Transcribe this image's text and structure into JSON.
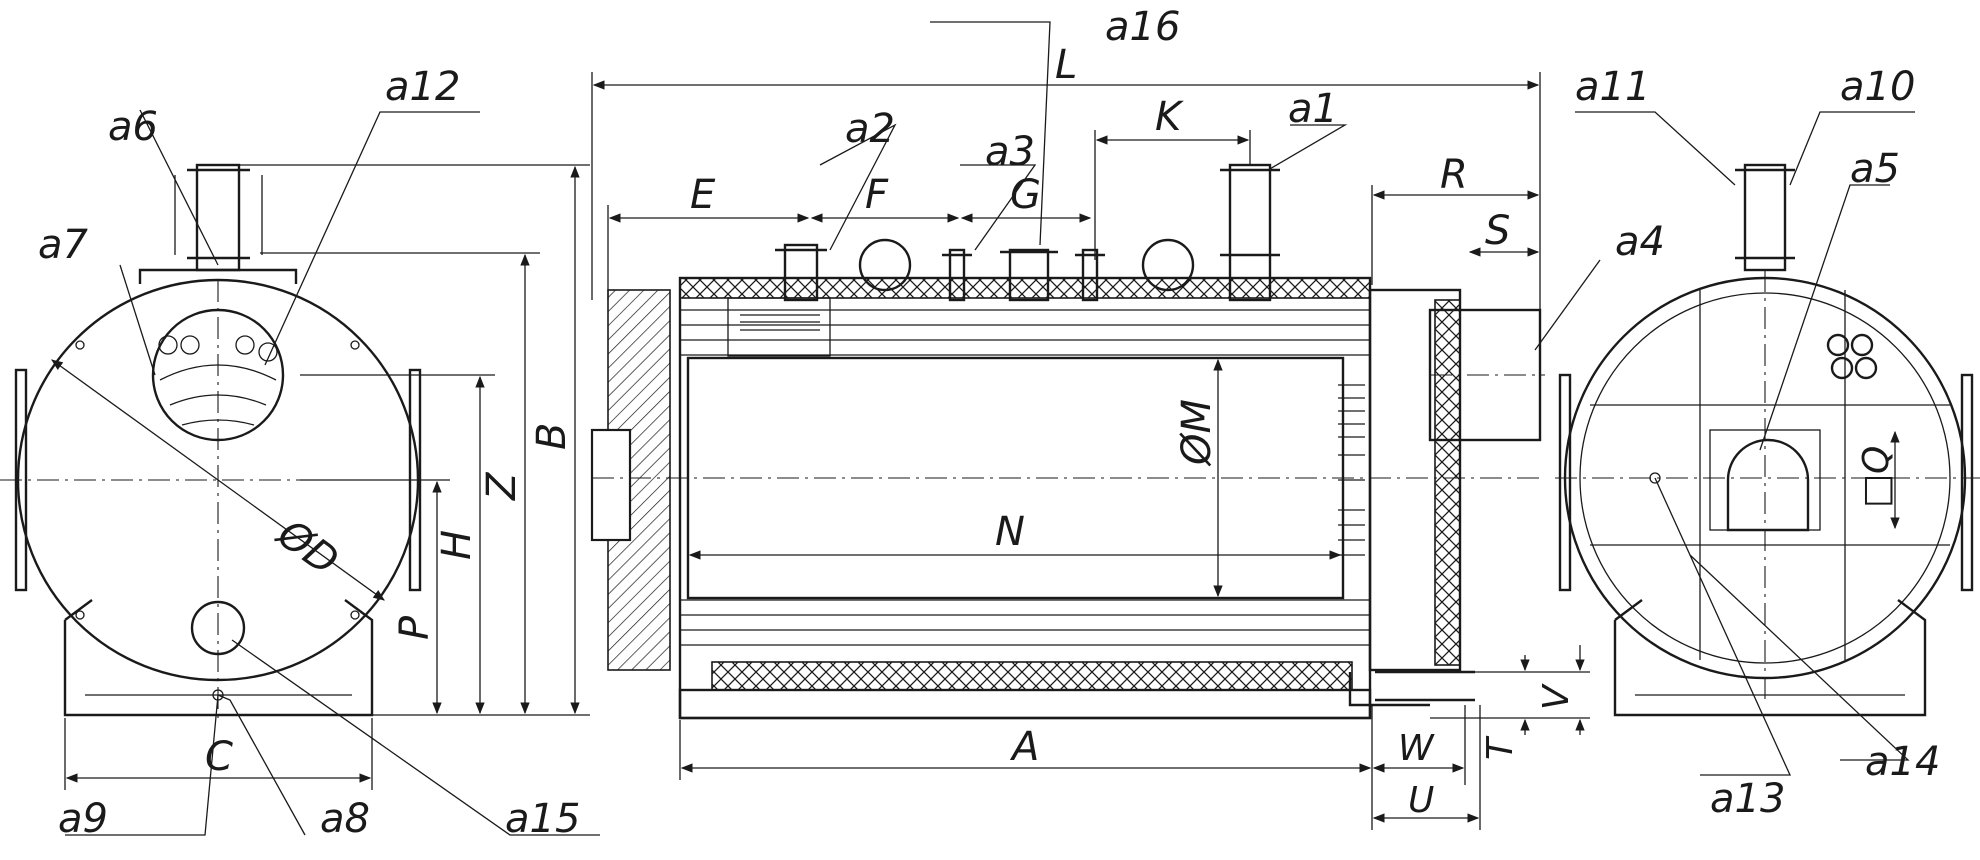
{
  "diagram": {
    "callouts": {
      "a1": "a1",
      "a2": "a2",
      "a3": "a3",
      "a4": "a4",
      "a5": "a5",
      "a6": "a6",
      "a7": "a7",
      "a8": "a8",
      "a9": "a9",
      "a10": "a10",
      "a11": "a11",
      "a12": "a12",
      "a13": "a13",
      "a14": "a14",
      "a15": "a15",
      "a16": "a16"
    },
    "dimensions": {
      "L": "L",
      "K": "K",
      "R": "R",
      "S": "S",
      "E": "E",
      "F": "F",
      "G": "G",
      "M": "ØM",
      "N": "N",
      "A": "A",
      "W": "W",
      "U": "U",
      "T": "T",
      "V": "V",
      "B": "B",
      "Z": "Z",
      "H": "H",
      "P": "P",
      "C": "C",
      "D": "ØD",
      "Q": "□Q"
    }
  }
}
